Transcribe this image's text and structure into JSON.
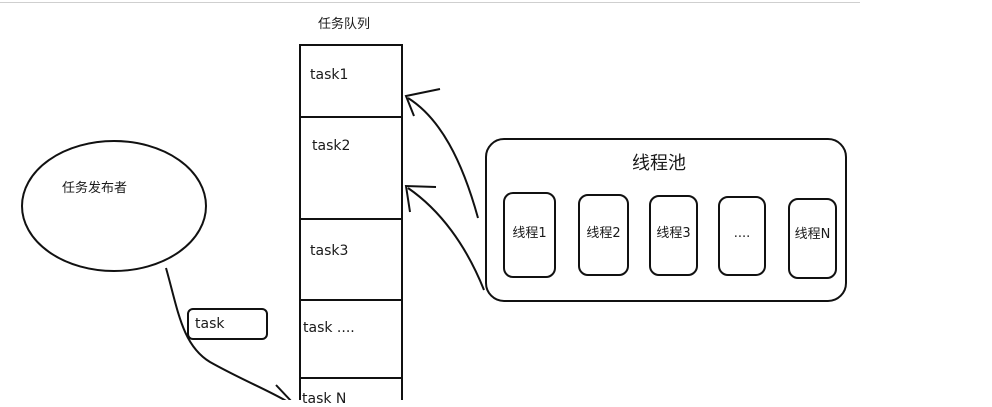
{
  "queue": {
    "title": "任务队列",
    "tasks": [
      "task1",
      "task2",
      "task3",
      "task ....",
      "task N"
    ]
  },
  "publisher": {
    "label": "任务发布者",
    "carried_task": "task"
  },
  "pool": {
    "title": "线程池",
    "threads": [
      "线程1",
      "线程2",
      "线程3",
      "....",
      "线程N"
    ]
  }
}
